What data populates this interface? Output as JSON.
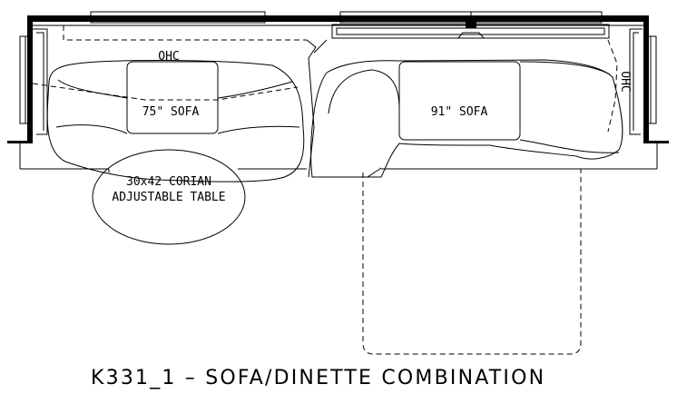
{
  "labels": {
    "ohc_top": "OHC",
    "ohc_right": "OHC",
    "sofa_left": "75\" SOFA",
    "sofa_right": "91\" SOFA",
    "table_line1": "30x42 CORIAN",
    "table_line2": "ADJUSTABLE TABLE"
  },
  "caption": "K331_1 – SOFA/DINETTE COMBINATION"
}
